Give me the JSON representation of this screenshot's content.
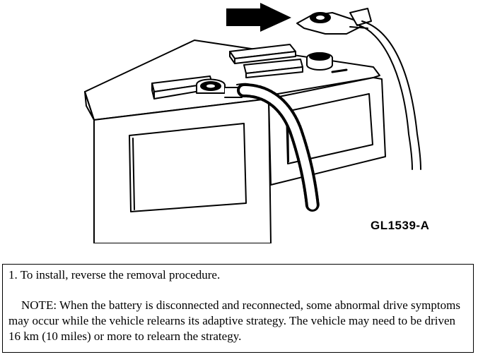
{
  "figure": {
    "code": "GL1539-A"
  },
  "instructions": {
    "step": "1. To install, reverse the removal procedure.",
    "note": "NOTE: When the battery is disconnected and reconnected, some abnormal drive symptoms may occur while the vehicle relearns its adaptive strategy. The vehicle may need to be driven 16 km (10 miles) or more to relearn the strategy."
  }
}
